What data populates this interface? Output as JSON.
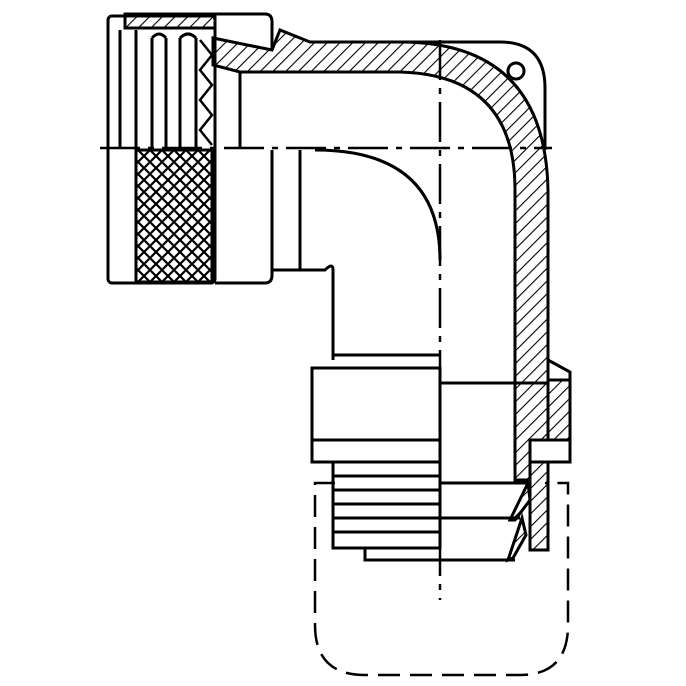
{
  "drawing": {
    "line_color": "#000000",
    "background_color": "#ffffff",
    "parts": [
      "coupling-nut",
      "knurled-grip",
      "elbow-body",
      "backshell-nut",
      "cable-thread",
      "cable-outline",
      "mounting-hole"
    ]
  }
}
